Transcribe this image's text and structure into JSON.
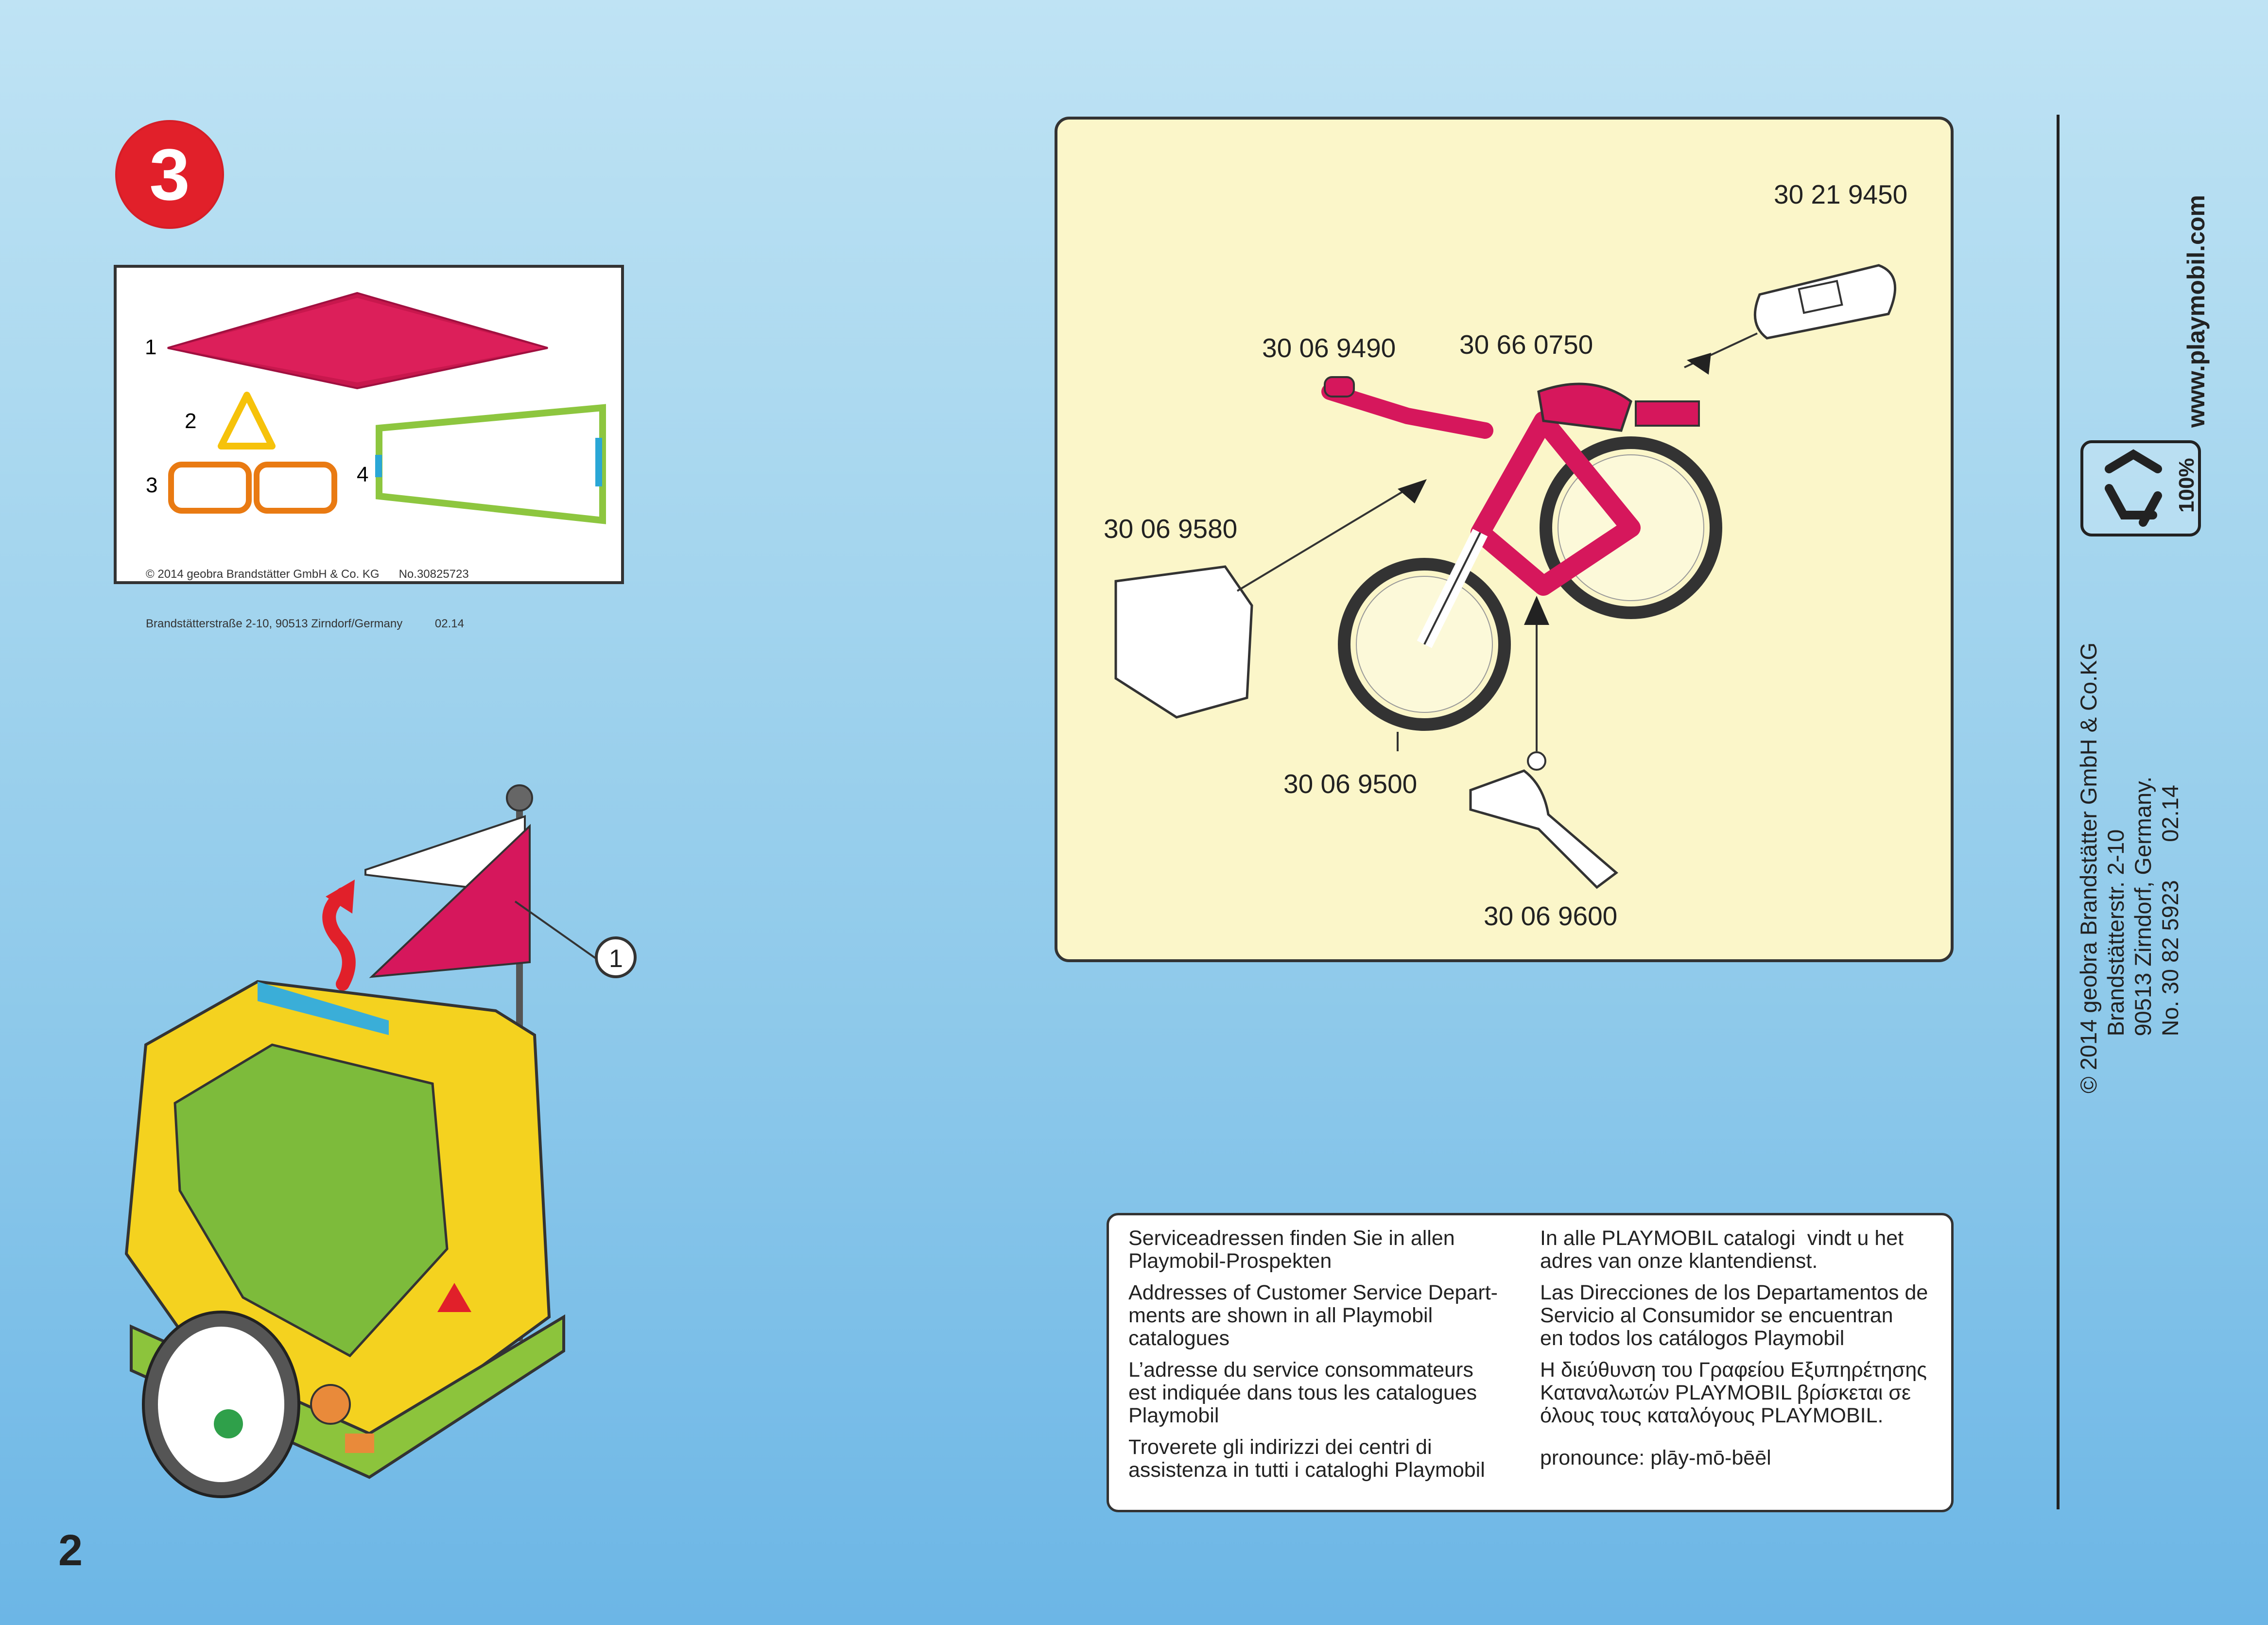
{
  "step": {
    "number": "3"
  },
  "sticker_sheet": {
    "numbers": [
      "1",
      "2",
      "3",
      "4"
    ],
    "copyright_lines": [
      "© 2014 geobra Brandstätter GmbH & Co. KG      No.30825723",
      "Brandstätterstraße 2-10, 90513 Zirndorf/Germany          02.14"
    ]
  },
  "callout": {
    "number": "1"
  },
  "parts": {
    "saddle_cover": "30 21 9450",
    "handlebar": "30 06 9490",
    "frame": "30 66 0750",
    "basket": "30 06 9580",
    "wheel": "30 06 9500",
    "stand": "30 06 9600"
  },
  "service_info": {
    "left": [
      "Serviceadressen finden Sie in allen\nPlaymobil-Prospekten",
      "Addresses of Customer Service Depart-\nments are shown in all Playmobil\ncatalogues",
      "L’adresse du service consommateurs\nest indiquée dans tous les catalogues\nPlaymobil",
      "Troverete gli indirizzi dei centri di\nassistenza in tutti i cataloghi Playmobil"
    ],
    "right": [
      "In alle PLAYMOBIL catalogi  vindt u het\nadres van onze klantendienst.",
      "Las Direcciones de los Departamentos de\nServicio al Consumidor se encuentran\nen todos los catálogos Playmobil",
      "Η διεύθυνση του Γραφείου Εξυπηρέτησης\nΚαταναλωτών PLAYMOBIL βρίσκεται σε\nόλους τους καταλόγους PLAYMOBIL.",
      "pronounce: plāy-mō-bēēl"
    ]
  },
  "sidebar": {
    "url": "www.playmobil.com",
    "recycle_label": "100%",
    "copyright": "© 2014 geobra Brandstätter GmbH & Co.KG\n         Brandstätterstr. 2-10\n         90513 Zirndorf, Germany.\n         No. 30 82 5923      02.14"
  },
  "page": {
    "number": "2"
  },
  "colors": {
    "badge_red": "#e1202a",
    "magenta": "#d6175c",
    "panel_yellow": "#fbf6c9",
    "trailer_yellow": "#f4d21f",
    "trailer_green": "#8cc43c"
  }
}
